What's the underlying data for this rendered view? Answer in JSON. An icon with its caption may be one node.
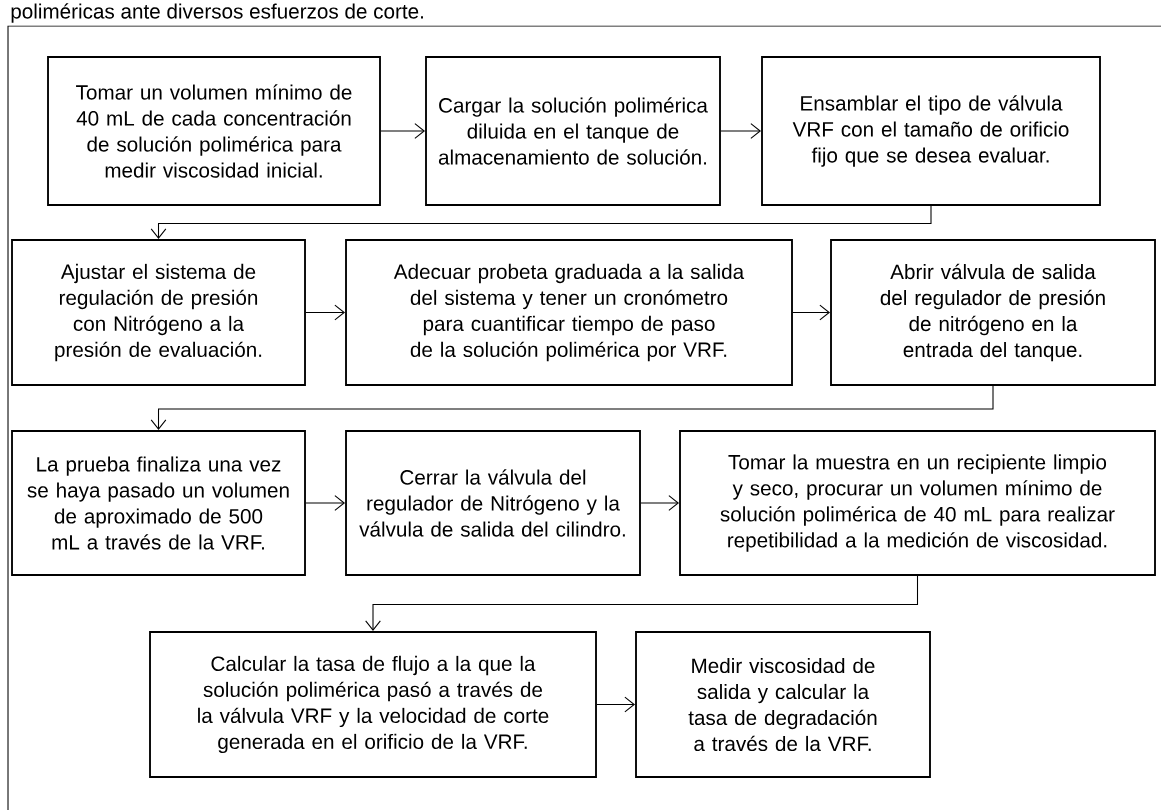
{
  "diagram": {
    "nodes": [
      {
        "text": [
          "Tomar un volumen mínimo de 40 mL de cada concentración de solución polimérica para medir viscosidad inicial."
        ]
      },
      {
        "text": [
          "Cargar la solución polimérica diluida en el tanque de almacenamiento de solución."
        ]
      },
      {
        "text": [
          "Ensamblar el tipo de válvula VRF con el tamaño de orificio fijo que se desea evaluar."
        ]
      },
      {
        "text": [
          "Ajustar el sistema de regulación de presión con Nitrógeno a la presión de evaluación."
        ]
      },
      {
        "text": [
          "Adecuar probeta graduada a la salida del sistema y tener un cronómetro para cuantificar tiempo de paso de la solución polimérica por VRF."
        ]
      },
      {
        "text": [
          "Abrir válvula de salida del regulador de presión de nitrógeno en la entrada del tanque."
        ]
      },
      {
        "text": [
          "La prueba finaliza una vez se haya pasado un volumen de aproximado de 500 mL a través de la VRF."
        ]
      },
      {
        "text": [
          "Cerrar la válvula del regulador de Nitrógeno y la válvula de salida del cilindro."
        ]
      },
      {
        "text": [
          "Tomar la muestra en un recipiente limpio y seco, procurar un volumen mínimo de solución polimérica de 40 mL para realizar repetibilidad a la medición de viscosidad."
        ]
      },
      {
        "text": [
          "Calcular la tasa de flujo a la que la solución polimérica pasó a través de la válvula VRF y la velocidad de corte generada en el orificio de la VRF."
        ]
      },
      {
        "text": [
          "Medir viscosidad de salida y calcular la tasa de degradación a través de la VRF."
        ]
      }
    ],
    "edges": [
      {
        "from": 0,
        "to": 1,
        "arrow": "to"
      },
      {
        "from": 1,
        "to": 2,
        "arrow": "to"
      },
      {
        "from": 2,
        "to": 3,
        "arrow": "to"
      },
      {
        "from": 3,
        "to": 4,
        "arrow": "to"
      },
      {
        "from": 4,
        "to": 5,
        "arrow": "to"
      },
      {
        "from": 5,
        "to": 6,
        "arrow": "to"
      },
      {
        "from": 6,
        "to": 7,
        "arrow": "to"
      },
      {
        "from": 7,
        "to": 8,
        "arrow": "to"
      },
      {
        "from": 8,
        "to": 9,
        "arrow": "to"
      },
      {
        "from": 9,
        "to": 10,
        "arrow": "to"
      }
    ],
    "labels": [
      "poliméricas ante diversos esfuerzos de corte."
    ]
  }
}
